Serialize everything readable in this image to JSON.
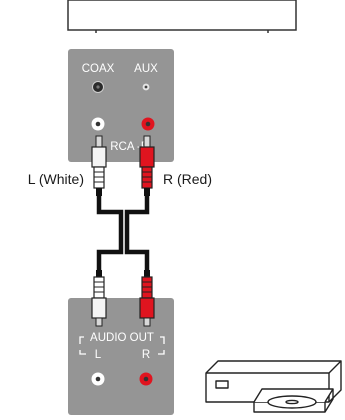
{
  "input_panel": {
    "coax_label": "COAX",
    "aux_label": "AUX",
    "rca_label": "L- RCA -R"
  },
  "cable": {
    "left_label": "L (White)",
    "right_label": "R (Red)"
  },
  "output_panel": {
    "title": "AUDIO OUT",
    "left_label": "L",
    "right_label": "R"
  },
  "colors": {
    "panel": "#959595",
    "panel_dark": "#7a7a7a",
    "cable": "#111111",
    "plug_white": "#f4f4f4",
    "plug_red": "#e0141f",
    "jack_red": "#e0141f"
  },
  "icons": [
    "soundbar",
    "coax-jack",
    "aux-jack",
    "rca-jack",
    "rca-plug",
    "cd-player"
  ]
}
